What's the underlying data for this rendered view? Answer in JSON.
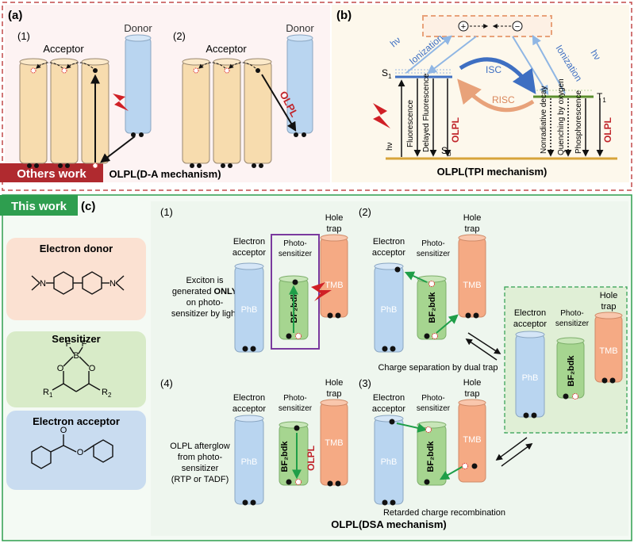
{
  "colors": {
    "others_border": "#c24a4a",
    "this_border": "#2e9e4f",
    "panel_a_bg": "#fdf3f3",
    "panel_b_bg": "#fdf8ec",
    "panel_c_bg": "#eef6ee",
    "tube": "#f7dcae",
    "tube_stroke": "#9a8870",
    "blue_tube": "#b9d5f0",
    "green_tube": "#a6d590",
    "orange_tube": "#f5aa84",
    "red": "#c0242a",
    "green_arrow": "#1f9e48",
    "purple": "#7a3a9e",
    "gold_line": "#d7a43a",
    "s1_line": "#3e6fc2",
    "t1_line": "#5a8e2c"
  },
  "others": {
    "label": "Others work"
  },
  "this": {
    "label": "This work"
  },
  "panel_a": {
    "tag": "(a)",
    "sub1": "(1)",
    "sub2": "(2)",
    "acceptor1": "Acceptor",
    "donor1": "Donor",
    "acceptor2": "Acceptor",
    "donor2": "Donor",
    "olpl": "OLPL",
    "caption": "OLPL(D-A mechanism)"
  },
  "panel_b": {
    "tag": "(b)",
    "hv_left": "hν",
    "ionization_left": "Ionization",
    "hv_right": "hν",
    "ionization_right": "Ionization",
    "plus": "+",
    "minus": "−",
    "s1": "S",
    "s1_sub": "1",
    "t1": "T",
    "t1_sub": "1",
    "s0": "S",
    "s0_sub": "0",
    "isc": "ISC",
    "risc": "RISC",
    "hv_excite": "hν",
    "fluorescence": "Fluorescence",
    "delayed_fluorescence": "Delayed Fluorescence",
    "olpl_left": "OLPL",
    "nonradiative": "Nonradiative decay",
    "quenching": "Quenching by oxygen",
    "phosphorescence": "Phosphorescence",
    "olpl_right": "OLPL",
    "caption": "OLPL(TPI mechanism)"
  },
  "panel_c": {
    "tag": "(c)",
    "electron_donor": "Electron donor",
    "sensitizer": "Sensitizer",
    "electron_acceptor": "Electron acceptor",
    "f1": "F",
    "f2": "F",
    "b": "B",
    "o1": "O",
    "o2": "O",
    "n1": "N",
    "n2": "N",
    "r1": "R",
    "r1_sub": "1",
    "r2": "R",
    "r2_sub": "2",
    "ester_o1": "O",
    "ester_o2": "O",
    "s1_num": "(1)",
    "s1_desc": [
      "Exciton is",
      "generated ONLY",
      "on photo-",
      "sensitizer by light"
    ],
    "s1_only": "ONLY",
    "s2_num": "(2)",
    "s2_caption": "Charge separation by dual trap",
    "s3_num": "(3)",
    "s3_caption": "Retarded charge recombination",
    "s4_num": "(4)",
    "s4_desc": [
      "OLPL afterglow",
      "from photo-",
      "sensitizer",
      "(RTP or TADF)"
    ],
    "olpl": "OLPL",
    "electron_acceptor_lbl": [
      "Electron",
      "acceptor"
    ],
    "photosensitizer_lbl": [
      "Photo-",
      "sensitizer"
    ],
    "hole_trap_lbl": [
      "Hole",
      "trap"
    ],
    "phb": "PhB",
    "tmb": "TMB",
    "bf2bdk": "BF₂bdk",
    "caption": "OLPL(DSA mechanism)"
  }
}
